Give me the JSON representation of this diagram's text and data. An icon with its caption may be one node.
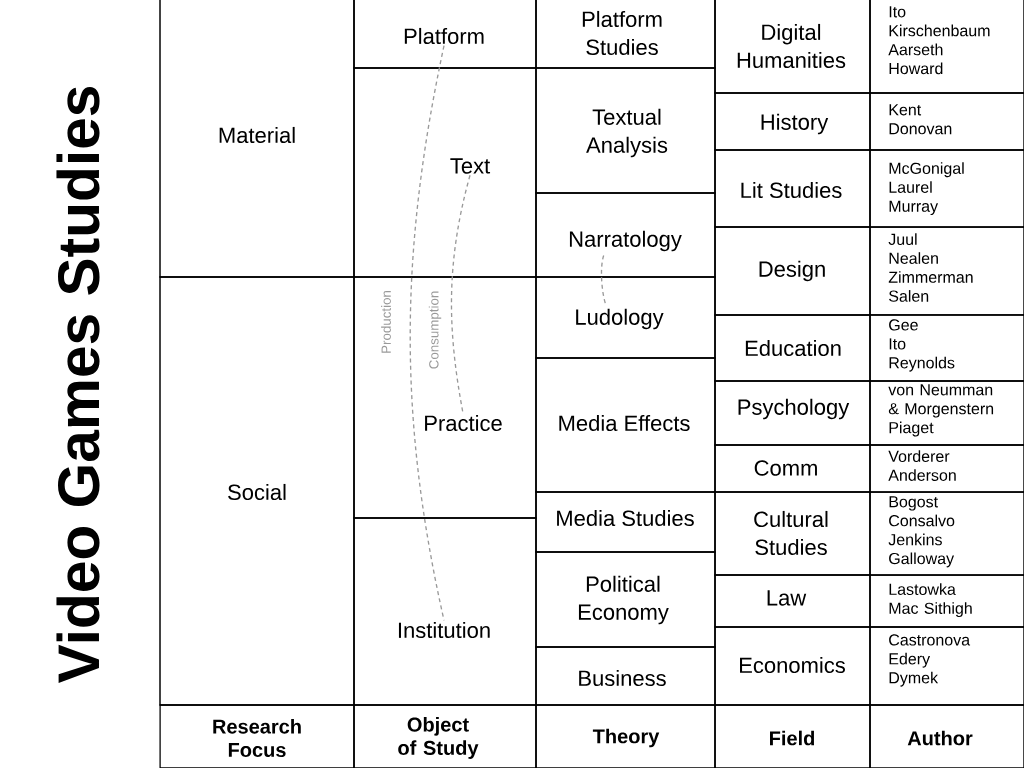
{
  "diagram": {
    "title": "Video Games Studies",
    "nodes": [
      {
        "text": [
          "Material"
        ]
      },
      {
        "text": [
          "Social"
        ]
      },
      {
        "text": [
          "Platform"
        ]
      },
      {
        "text": [
          "Text"
        ]
      },
      {
        "text": [
          "Practice"
        ]
      },
      {
        "text": [
          "Institution"
        ]
      },
      {
        "text": [
          "Platform Studies"
        ]
      },
      {
        "text": [
          "Textual Analysis"
        ]
      },
      {
        "text": [
          "Narratology"
        ]
      },
      {
        "text": [
          "Ludology"
        ]
      },
      {
        "text": [
          "Media Effects"
        ]
      },
      {
        "text": [
          "Media Studies"
        ]
      },
      {
        "text": [
          "Political Economy"
        ]
      },
      {
        "text": [
          "Business"
        ]
      },
      {
        "text": [
          "Digital Humanities"
        ]
      },
      {
        "text": [
          "History"
        ]
      },
      {
        "text": [
          "Lit Studies"
        ]
      },
      {
        "text": [
          "Design"
        ]
      },
      {
        "text": [
          "Education"
        ]
      },
      {
        "text": [
          "Psychology"
        ]
      },
      {
        "text": [
          "Comm"
        ]
      },
      {
        "text": [
          "Cultural Studies"
        ]
      },
      {
        "text": [
          "Law"
        ]
      },
      {
        "text": [
          "Economics"
        ]
      },
      {
        "text": [
          "Ito",
          "Kirschenbaum",
          "Aarseth",
          "Howard"
        ]
      },
      {
        "text": [
          "Kent",
          "Donovan"
        ]
      },
      {
        "text": [
          "McGonigal",
          "Laurel",
          "Murray"
        ]
      },
      {
        "text": [
          "Juul",
          "Nealen",
          "Zimmerman",
          "Salen"
        ]
      },
      {
        "text": [
          "Gee",
          "Ito",
          "Reynolds"
        ]
      },
      {
        "text": [
          "von Neumman & Morgenstern",
          "Piaget"
        ]
      },
      {
        "text": [
          "Vorderer",
          "Anderson"
        ]
      },
      {
        "text": [
          "Bogost",
          "Consalvo",
          "Jenkins",
          "Galloway"
        ]
      },
      {
        "text": [
          "Lastowka",
          "Mac Sithigh"
        ]
      },
      {
        "text": [
          "Castronova",
          "Edery",
          "Dymek"
        ]
      },
      {
        "text": [
          "Research Focus"
        ]
      },
      {
        "text": [
          "Object of Study"
        ]
      },
      {
        "text": [
          "Theory"
        ]
      },
      {
        "text": [
          "Field"
        ]
      },
      {
        "text": [
          "Author"
        ]
      }
    ],
    "edges": [
      {
        "from": 2,
        "to": 5,
        "arrow": "none",
        "label": "Production",
        "style": "dashed",
        "color": "#999999"
      },
      {
        "from": 3,
        "to": 4,
        "arrow": "none",
        "label": "Consumption",
        "style": "dashed",
        "color": "#999999"
      },
      {
        "from": 8,
        "to": 9,
        "arrow": "none",
        "style": "dashed",
        "color": "#999999"
      }
    ]
  }
}
